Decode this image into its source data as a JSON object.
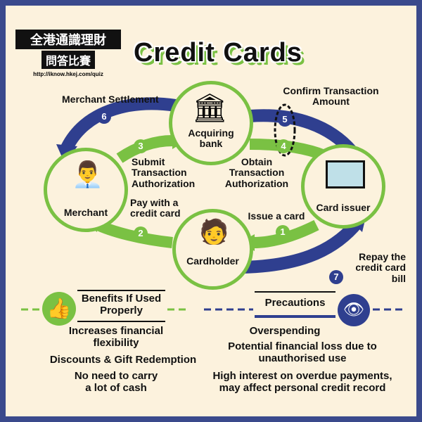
{
  "logo": {
    "title_line1": "全港通識理財",
    "title_line2": "問答比賽",
    "url": "http://iknow.hkej.com/quiz"
  },
  "title": "Credit Cards",
  "nodes": {
    "bank": "Acquiring bank",
    "merchant": "Merchant",
    "issuer": "Card issuer",
    "cardholder": "Cardholder"
  },
  "steps": [
    {
      "num": "1",
      "label": "Issue a card"
    },
    {
      "num": "2",
      "label": "Pay with a credit card"
    },
    {
      "num": "3",
      "label": "Submit Transaction Authorization"
    },
    {
      "num": "4",
      "label": "Obtain Transaction Authorization"
    },
    {
      "num": "5",
      "label": "Confirm Transaction Amount"
    },
    {
      "num": "6",
      "label": "Merchant Settlement"
    },
    {
      "num": "7",
      "label": "Repay the credit card bill"
    }
  ],
  "benefits": {
    "heading": "Benefits If Used Properly",
    "items": [
      "Increases financial flexibility",
      "Discounts & Gift Redemption",
      "No need to carry a lot of cash"
    ]
  },
  "precautions": {
    "heading": "Precautions",
    "items": [
      "Overspending",
      "Potential financial loss due to unauthorised use",
      "High interest on overdue payments, may affect personal credit record"
    ]
  },
  "colors": {
    "green": "#7ac143",
    "navy": "#2f3f8f",
    "background": "#fcf2dd"
  }
}
